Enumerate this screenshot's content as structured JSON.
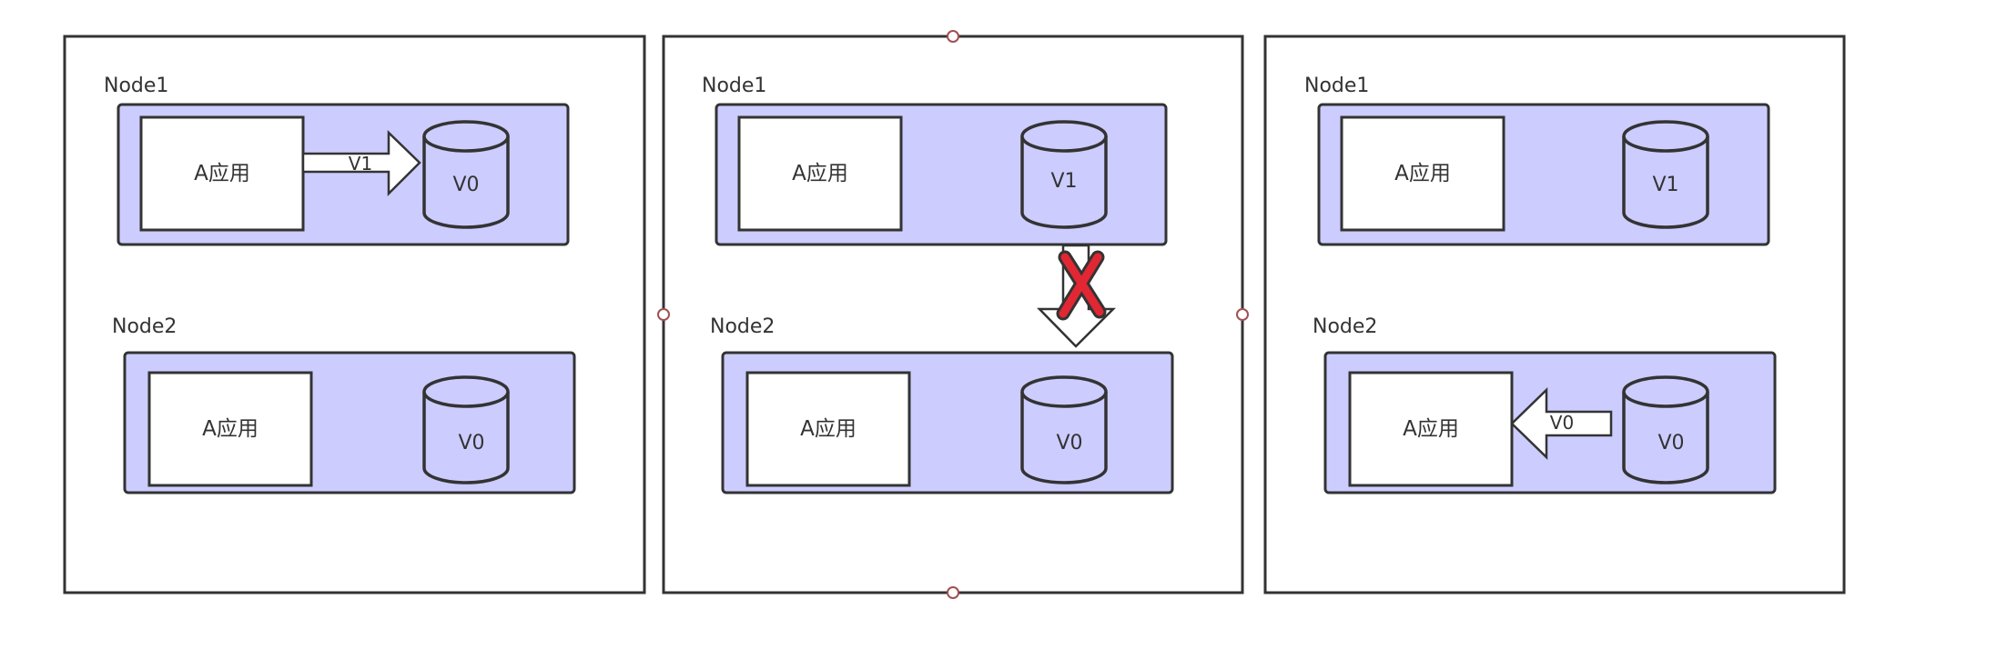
{
  "colors": {
    "node_fill": "#ccccff",
    "stroke": "#333333",
    "background": "#ffffff",
    "block_mark": "#e02733",
    "handle": "#a05050"
  },
  "panels": [
    {
      "node1": {
        "label": "Node1",
        "app": "A应用",
        "volume": "V0"
      },
      "node2": {
        "label": "Node2",
        "app": "A应用",
        "volume": "V0"
      },
      "arrow_label": "V1"
    },
    {
      "node1": {
        "label": "Node1",
        "app": "A应用",
        "volume": "V1"
      },
      "node2": {
        "label": "Node2",
        "app": "A应用",
        "volume": "V0"
      },
      "blocked_mark": "cross-icon"
    },
    {
      "node1": {
        "label": "Node1",
        "app": "A应用",
        "volume": "V1"
      },
      "node2": {
        "label": "Node2",
        "app": "A应用",
        "volume": "V0"
      },
      "arrow_label": "V0"
    }
  ]
}
